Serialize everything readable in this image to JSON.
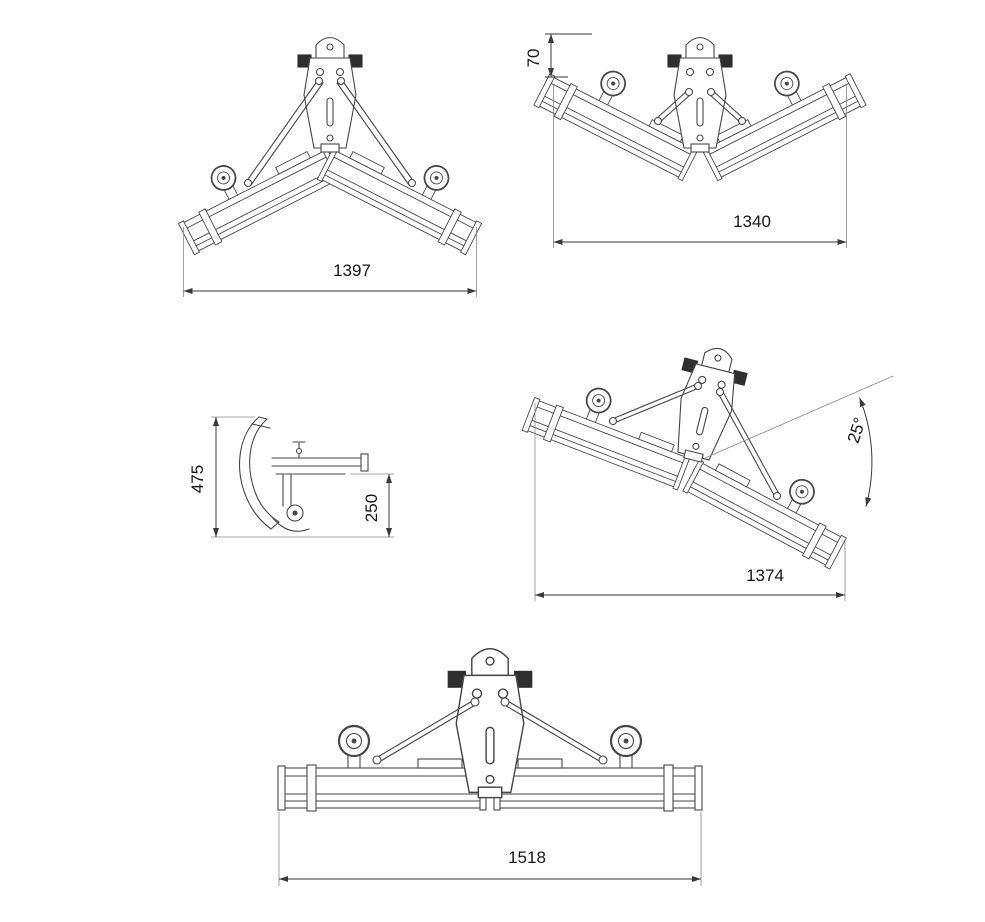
{
  "document": {
    "type": "technical dimension drawing, folding twin-wing implement, five views",
    "line_color": "#474747",
    "background": "#ffffff",
    "views": {
      "wings_down": {
        "overall_width": "1397"
      },
      "wings_up": {
        "center_drop": "70",
        "overall_width": "1340"
      },
      "side": {
        "overall_height": "475",
        "frame_height": "250"
      },
      "tilted": {
        "tilt_angle": "25°",
        "overall_width": "1374"
      },
      "flat": {
        "overall_width": "1518"
      }
    }
  }
}
